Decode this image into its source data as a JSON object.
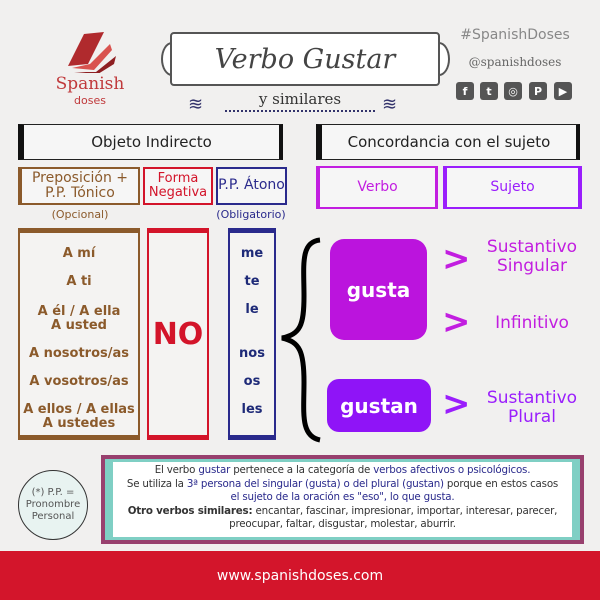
{
  "logo": {
    "line1": "Spanish",
    "line2": "doses"
  },
  "title": {
    "main": "Verbo Gustar",
    "sub": "y similares"
  },
  "social": {
    "hashtag": "#SpanishDoses",
    "handle": "@spanishdoses",
    "icons": [
      {
        "name": "facebook-icon",
        "glyph": "f"
      },
      {
        "name": "twitter-icon",
        "glyph": "t"
      },
      {
        "name": "instagram-icon",
        "glyph": "◎"
      },
      {
        "name": "pinterest-icon",
        "glyph": "P"
      },
      {
        "name": "youtube-icon",
        "glyph": "▶"
      }
    ]
  },
  "left": {
    "header": "Objeto Indirecto",
    "prep": {
      "label": "Preposición + P.P. Tónico",
      "note": "(Opcional)",
      "items": [
        "A mí",
        "A ti",
        "A él / A ella\nA usted",
        "A nosotros/as",
        "A vosotros/as",
        "A ellos / A ellas\nA ustedes"
      ]
    },
    "neg": {
      "label": "Forma Negativa",
      "value": "NO"
    },
    "atono": {
      "label": "P.P. Átono",
      "note": "(Obligatorio)",
      "items": [
        "me",
        "te",
        "le",
        "nos",
        "os",
        "les"
      ]
    }
  },
  "right": {
    "header": "Concordancia con el sujeto",
    "verbo": "Verbo",
    "sujeto": "Sujeto",
    "gusta": "gusta",
    "gustan": "gustan",
    "arrow": ">",
    "targets": [
      "Sustantivo Singular",
      "Infinitivo",
      "Sustantivo Plural"
    ]
  },
  "note": {
    "text": "(*) P.P. = Pronombre Personal"
  },
  "info": {
    "l1a": "El verbo ",
    "l1b": "gustar",
    "l1c": " pertenece a la categoría de ",
    "l1d": "verbos afectivos o psicológicos.",
    "l2a": "Se utiliza la ",
    "l2b": "3ª persona del singular (gusta) o del plural (gustan)",
    "l2c": " porque en estos casos",
    "l3": "el sujeto de la oración es \"eso\", lo que gusta.",
    "l4a": "Otro verbos similares:",
    "l4b": " encantar, fascinar, impresionar, importar, interesar, parecer, preocupar, faltar, disgustar, molestar, aburrir."
  },
  "footer": {
    "url": "www.spanishdoses.com"
  },
  "colors": {
    "brown": "#8b5a2b",
    "red": "#d3142a",
    "navy": "#2a2a8c",
    "magenta": "#c21ee0",
    "purple": "#9a1efc",
    "footer": "#d3152b"
  }
}
